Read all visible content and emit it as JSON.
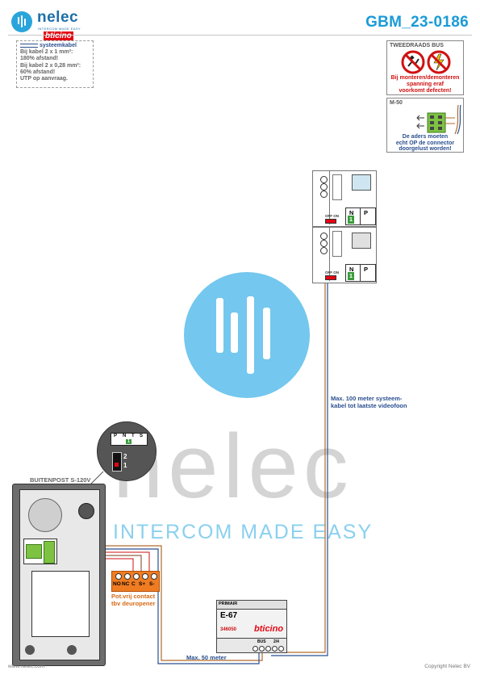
{
  "header": {
    "brand_name": "nelec",
    "brand_tagline": "INTERCOM MADE EASY",
    "brand_partner": "bticino",
    "document_id": "GBM_23-0186"
  },
  "note": {
    "title": "systeemkabel",
    "lines": [
      "Bij kabel 2 x 1 mm²:",
      "180% afstand!",
      "Bij kabel 2 x 0,28 mm²:",
      "60% afstand!",
      "UTP op aanvraag."
    ]
  },
  "warning_box": {
    "title": "TWEEDRAADS BUS",
    "lines": [
      "Bij monteren/demonteren",
      "spanning eraf",
      "voorkomt defecten!"
    ]
  },
  "m50_box": {
    "title": "M-50",
    "lines": [
      "De aders moeten",
      "echt OP de connector",
      "doorgelust worden!"
    ]
  },
  "monitor_units": {
    "terminal_n": "N",
    "terminal_p": "P",
    "jumper_value": "1",
    "switch_label": "OFF ON"
  },
  "door_panel": {
    "title": "BUITENPOST S-120V",
    "zoom_terminals": [
      "P",
      "N",
      "T",
      "S"
    ],
    "zoom_value": "1",
    "zoom_positions": [
      "2",
      "1"
    ]
  },
  "relay": {
    "terminals": [
      "NO",
      "NC",
      "C",
      "S+",
      "S-"
    ],
    "label_lines": [
      "Pot.vrij contact",
      "tbv deuropener"
    ]
  },
  "power_supply": {
    "top_label": "PRIMAIR",
    "model": "E-67",
    "part_number": "346050",
    "brand": "bticino",
    "bottom_labels": [
      "BUS",
      "2/4"
    ]
  },
  "cable_labels": {
    "max_100_line1": "Max. 100 meter systeem-",
    "max_100_line2": "kabel tot laatste videofoon",
    "max_50": "Max. 50 meter"
  },
  "watermark": {
    "text": "nelec",
    "tagline": "INTERCOM MADE EASY"
  },
  "footer": {
    "website": "www.nelec.com",
    "copyright": "Copyright Nelec BV"
  },
  "colors": {
    "accent": "#1a9bd7",
    "warning_red": "#d01010",
    "note_blue": "#2a4f8f",
    "relay_orange": "#f07c22",
    "bus_brown": "#b06a2c"
  }
}
